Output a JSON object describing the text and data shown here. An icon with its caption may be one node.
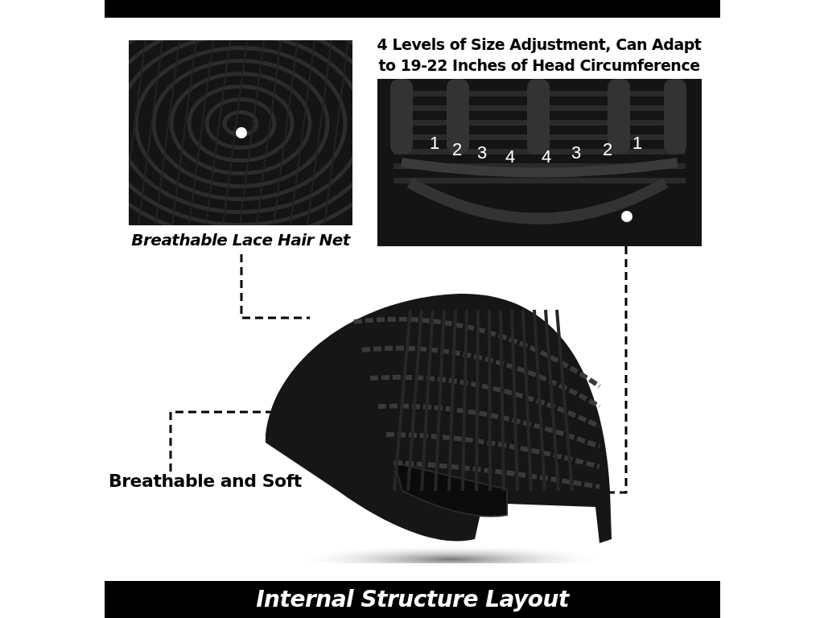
{
  "diagram": {
    "caption": "Internal Structure Layout",
    "nodes": [
      {
        "text": [
          "Breathable Lace Hair Net"
        ]
      },
      {
        "text": [
          "4 Levels of Size Adjustment, Can Adapt to 19-22 Inches of Head Circumference"
        ]
      },
      {
        "text": [],
        "shape": "picture"
      },
      {
        "text": [
          "Breathable and Soft"
        ]
      }
    ],
    "edges": [
      {
        "from": 0,
        "to": 2,
        "arrow": "other",
        "style": "dashed"
      },
      {
        "from": 1,
        "to": 2,
        "arrow": "other",
        "style": "dashed"
      },
      {
        "from": 3,
        "to": 2,
        "arrow": "other",
        "style": "dashed"
      }
    ],
    "labels": [
      "1",
      "2",
      "3",
      "4",
      "4",
      "3",
      "2",
      "1"
    ]
  }
}
